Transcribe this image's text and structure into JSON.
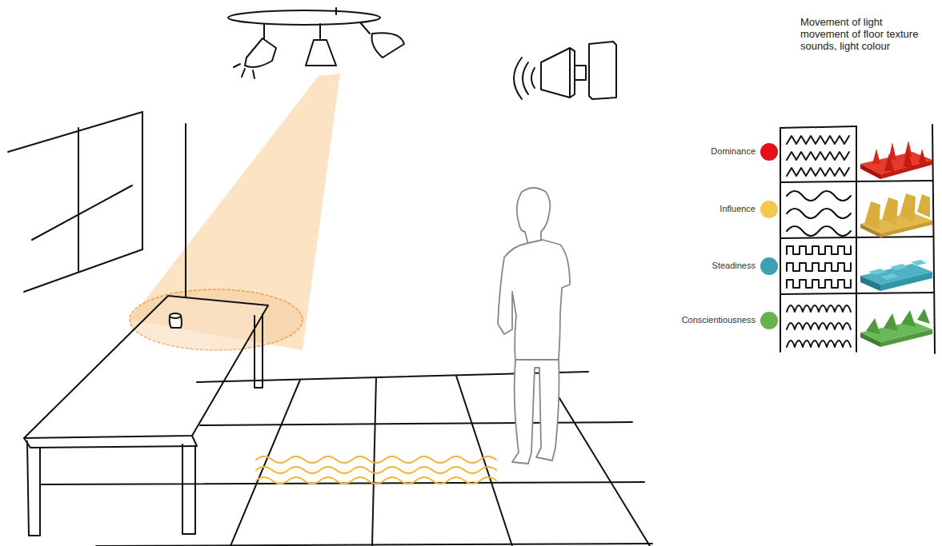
{
  "diagram": {
    "labels": [
      "Movement of light movement of floor texture sounds, light colour"
    ],
    "legend": [
      {
        "text": "Dominance",
        "color": "#e3101b"
      },
      {
        "text": "Influence",
        "color": "#f2c94c"
      },
      {
        "text": "Steadiness",
        "color": "#3aa0b2"
      },
      {
        "text": "Conscientiousness",
        "color": "#6ab04c"
      }
    ]
  }
}
